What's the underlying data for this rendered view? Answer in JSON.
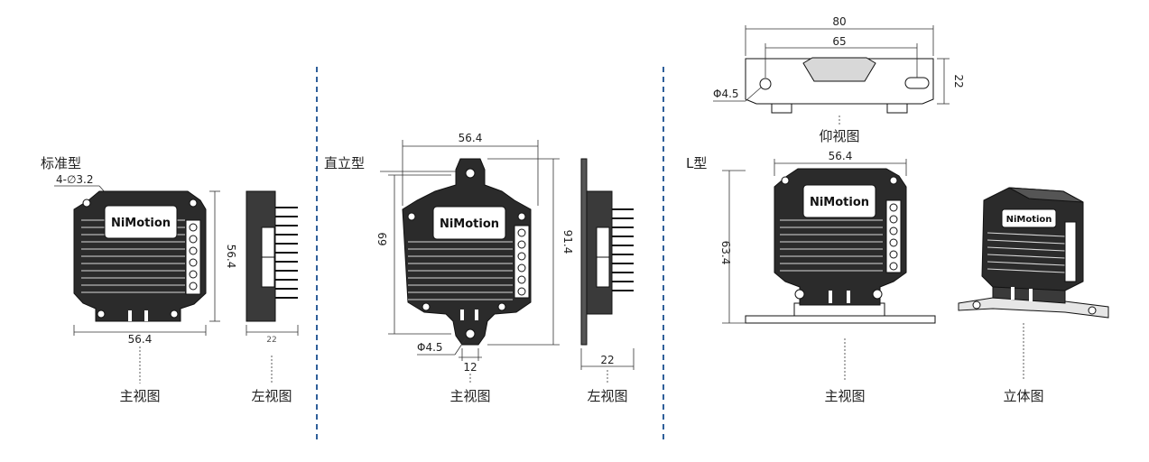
{
  "sections": {
    "standard": {
      "title": "标准型",
      "hole_spec": "4-∅3.2",
      "dim_width": "56.4",
      "dim_height": "56.4",
      "side_dim": "22",
      "caption_front": "主视图",
      "caption_left": "左视图"
    },
    "vertical": {
      "title": "直立型",
      "dim_width": "56.4",
      "dim_height_inner": "69",
      "dim_height_outer": "91.4",
      "hole": "Φ4.5",
      "slot_width": "12",
      "side_dim": "22",
      "caption_front": "主视图",
      "caption_left": "左视图"
    },
    "l_type": {
      "title": "L型",
      "dim_width": "56.4",
      "dim_height": "63.4",
      "bottom_total": "80",
      "bottom_pitch": "65",
      "bottom_thickness": "22",
      "bottom_hole": "Φ4.5",
      "caption_bottom": "仰视图",
      "caption_front": "主视图",
      "caption_3d": "立体图"
    }
  },
  "brand": "NiMotion",
  "colors": {
    "divider": "#2f5f9a",
    "body": "#2b2b2b",
    "fin": "#d8d8d8"
  }
}
